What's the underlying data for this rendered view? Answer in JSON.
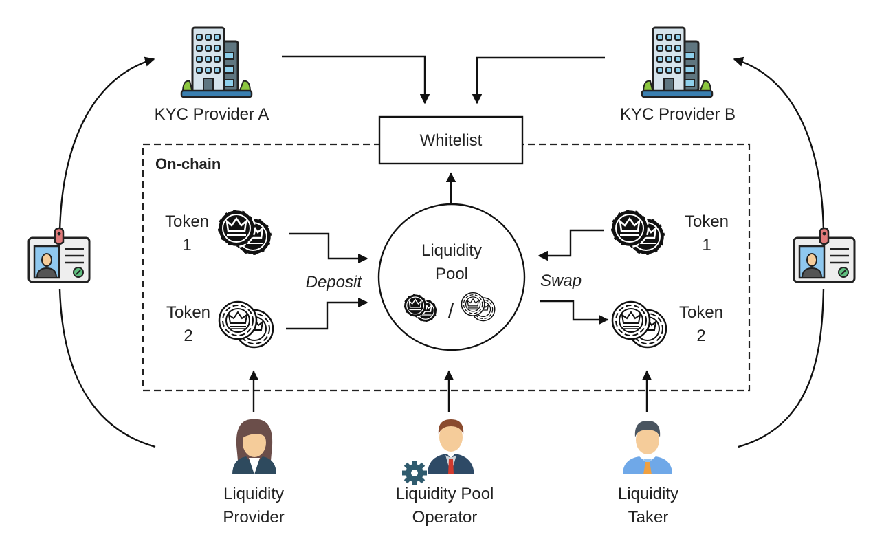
{
  "diagram": {
    "kyc_providers": [
      {
        "id": "a",
        "label": "KYC Provider A",
        "icon": "office-building-icon"
      },
      {
        "id": "b",
        "label": "KYC Provider B",
        "icon": "office-building-icon"
      }
    ],
    "whitelist": {
      "label": "Whitelist"
    },
    "onchain_region": {
      "label": "On-chain"
    },
    "liquidity_pool": {
      "line1": "Liquidity",
      "line2": "Pool",
      "separator": "/"
    },
    "deposit_label": "Deposit",
    "swap_label": "Swap",
    "tokens_left": [
      {
        "word": "Token",
        "number": "1",
        "style": "filled"
      },
      {
        "word": "Token",
        "number": "2",
        "style": "outline"
      }
    ],
    "tokens_right": [
      {
        "word": "Token",
        "number": "1",
        "style": "filled"
      },
      {
        "word": "Token",
        "number": "2",
        "style": "outline"
      }
    ],
    "actors": [
      {
        "id": "provider",
        "line1": "Liquidity",
        "line2": "Provider",
        "icon": "businesswoman-icon"
      },
      {
        "id": "operator",
        "line1": "Liquidity Pool",
        "line2": "Operator",
        "icon": "businessman-gear-icon"
      },
      {
        "id": "taker",
        "line1": "Liquidity",
        "line2": "Taker",
        "icon": "man-tie-icon"
      }
    ],
    "id_cards": [
      {
        "side": "left",
        "icon": "id-card-icon"
      },
      {
        "side": "right",
        "icon": "id-card-icon"
      }
    ],
    "colors": {
      "building_light": "#d6e4ec",
      "building_dark": "#5f7680",
      "window_blue": "#8fd0ec",
      "base_blue": "#3a7fb0",
      "grass_green": "#8cc63f",
      "badge_pink": "#e07a7a",
      "photo_blue": "#8fc8ef",
      "check_green": "#5fbf7f",
      "suit_navy": "#2e4a66",
      "tie_red": "#d23b2f",
      "gear_teal": "#2f5b6e",
      "taker_shirt": "#6fa8e8",
      "taker_tie": "#f0a040",
      "skin": "#f5cc9a"
    }
  }
}
